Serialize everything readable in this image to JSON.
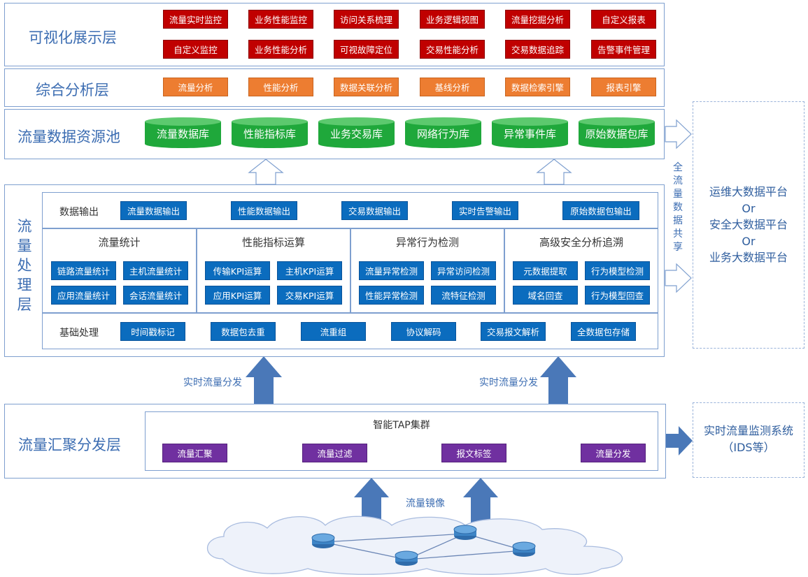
{
  "visualization": {
    "title": "可视化展示层",
    "row1": [
      "流量实时监控",
      "业务性能监控",
      "访问关系梳理",
      "业务逻辑视图",
      "流量挖掘分析",
      "自定义报表"
    ],
    "row2": [
      "自定义监控",
      "业务性能分析",
      "可视故障定位",
      "交易性能分析",
      "交易数据追踪",
      "告警事件管理"
    ]
  },
  "analysis": {
    "title": "综合分析层",
    "items": [
      "流量分析",
      "性能分析",
      "数据关联分析",
      "基线分析",
      "数据检索引擎",
      "报表引擎"
    ]
  },
  "pool": {
    "title": "流量数据资源池",
    "dbs": [
      "流量数据库",
      "性能指标库",
      "业务交易库",
      "网络行为库",
      "异常事件库",
      "原始数据包库"
    ]
  },
  "processing": {
    "title_chars": [
      "流",
      "量",
      "处",
      "理",
      "层"
    ],
    "output_label": "数据输出",
    "outputs": [
      "流量数据输出",
      "性能数据输出",
      "交易数据输出",
      "实时告警输出",
      "原始数据包输出"
    ],
    "sections": [
      {
        "title": "流量统计",
        "items": [
          "链路流量统计",
          "主机流量统计",
          "应用流量统计",
          "会话流量统计"
        ]
      },
      {
        "title": "性能指标运算",
        "items": [
          "传输KPI运算",
          "主机KPI运算",
          "应用KPI运算",
          "交易KPI运算"
        ]
      },
      {
        "title": "异常行为检测",
        "items": [
          "流量异常检测",
          "异常访问检测",
          "性能异常检测",
          "流特征检测"
        ]
      },
      {
        "title": "高级安全分析追溯",
        "items": [
          "元数据提取",
          "行为模型检测",
          "域名回查",
          "行为模型回查"
        ]
      }
    ],
    "basic_label": "基础处理",
    "basics": [
      "时间戳标记",
      "数据包去重",
      "流重组",
      "协议解码",
      "交易报文解析",
      "全数据包存储"
    ]
  },
  "share_chars": [
    "全",
    "流",
    "量",
    "数",
    "据",
    "共",
    "享"
  ],
  "platforms": {
    "lines": [
      "运维大数据平台",
      "Or",
      "安全大数据平台",
      "Or",
      "业务大数据平台"
    ]
  },
  "distribution": {
    "title": "流量汇聚分发层",
    "cluster_title": "智能TAP集群",
    "items": [
      "流量汇聚",
      "流量过滤",
      "报文标签",
      "流量分发"
    ],
    "left_label": "实时流量分发",
    "right_label": "实时流量分发"
  },
  "ids": {
    "lines": [
      "实时流量监测系统",
      "（IDS等）"
    ]
  },
  "mirror_label": "流量镜像",
  "colors": {
    "red": "#c00000",
    "orange": "#ed7d31",
    "green": "#1fa83b",
    "blue": "#0b6cbe",
    "purple": "#7030a0",
    "title_blue": "#3c6db2",
    "arrow_blue": "#4a78b8"
  }
}
